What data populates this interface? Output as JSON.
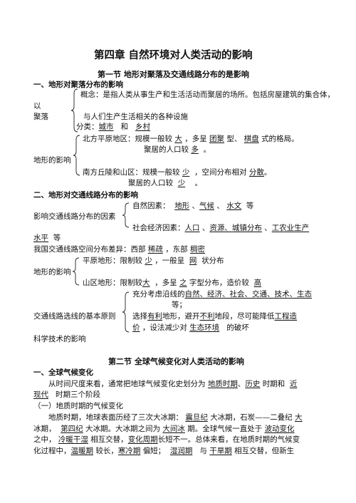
{
  "doc": {
    "title": "第四章 自然环境对人类活动的影响",
    "s1": {
      "title": "第一节 地形对聚落及交通线路分布的是影响",
      "h1": "一、地形对聚落分布的影响",
      "concept_a": "概念：是指人类从事生产和生活活动而聚居的场所。包括房屋建筑的集合体，",
      "concept_b": "与人们生产生活相关的各种设施",
      "left_yi": "以",
      "left_jl": "聚落",
      "cls_label": "分类：",
      "cls_1": "城市",
      "cls_he": "和",
      "cls_2": "乡村",
      "north_pre": "北方平原地区：规模一般较",
      "north_big": "大",
      "north_more": "，多呈",
      "north_tuan": "团聚",
      "north_type": "型、",
      "north_qi": "棋盘",
      "north_end": "式的格局。",
      "north2_pre": "聚居的人口较",
      "north2_val": "多",
      "north2_end": "。",
      "terrain_label": "地形的影响",
      "south_pre": "南方丘陵和山区：规模一般较",
      "south_small": "少",
      "south_mid": "，空间分布相对",
      "south_fs": "分散",
      "south_end": "。",
      "south2_pre": "聚居的人口较",
      "south2_val": "少",
      "south2_end": "。",
      "h2": "二、地形对交通线路分布的影响",
      "nat_pre": "自然因素：",
      "nat_1": "地形",
      "nat_2": "气候",
      "nat_3": "水文",
      "nat_end": "等",
      "infl_label": "影响交通线路分布的因素",
      "soc_pre": "社会经济因素：",
      "soc_1": "人口",
      "soc_2": "资源、城镇分布",
      "soc_3": "工农业生产",
      "soc_4": "水平",
      "soc_end": "等",
      "diff_pre": "我国交通线路空间分布差异：西部",
      "diff_w": "稀疏",
      "diff_mid": "，东部",
      "diff_e": "稠密",
      "plain_pre": "平原地形：限制较",
      "plain_v": "少",
      "plain_mid": "，一般呈",
      "plain_net": "网",
      "plain_end": "状分布",
      "terrain2_label": "地形的影响",
      "mtn_pre": "山区地形：限制较",
      "mtn_v": "大",
      "mtn_mid": "，多呈",
      "mtn_z": "之",
      "mtn_mid2": "字型分布，造价较",
      "mtn_h": "高",
      "cons_pre": "充分考虑沿线的",
      "cons_1": "自然、经济、社会、交通、技术、生态",
      "cons_2": "等；",
      "route_label": "交通线路选线的基本原则",
      "sel_pre": "选择",
      "sel_good": "有利",
      "sel_mid": "地形，避开",
      "sel_bad": "不利",
      "sel_mid2": "地段，尽可能降低",
      "sel_cost": "工程造",
      "sel2_cost": "价",
      "sel2_mid": "，设法减少对",
      "sel2_eco": "生态环境",
      "sel2_end": "的破坏",
      "tech": "科学技术的影响"
    },
    "s2": {
      "title": "第二节 全球气候变化对人类活动的影响",
      "h1": "一、全球气候变化",
      "p1_pre": "从时间尺度来看，通常把地球气候变化史划分为",
      "p1_1": "地质时期",
      "p1_2": "历史",
      "p1_mid": "时期和",
      "p1_3": "近",
      "p2_cont": "现代",
      "p2_end": "时期三个阶段",
      "sub1": "（一）地质时期的气候变化",
      "g1_pre": "地质时期，地球表面历经了三次大冰期：",
      "g1_1": "震旦纪",
      "g1_mid": "大冰期，石炭——二叠纪",
      "g1_2": "大",
      "g2_pre": "冰期，",
      "g2_1": "第四纪",
      "g2_mid": "大冰期。大冰期之间为",
      "g2_2": "大间冰",
      "g2_mid2": "期。全球气候一直处于",
      "g2_3": "波动变化",
      "g3_pre": "之中，",
      "g3_1": "冷暖干湿",
      "g3_mid": "相互交替，",
      "g3_2": "变化周期",
      "g3_end": "长短不一。总体来看，在地质时期的气候变",
      "g4_pre": "化过程中，",
      "g4_1": "温暖期",
      "g4_mid": "较长，",
      "g4_2": "寒冷期",
      "g4_mid2": "偏短；",
      "g4_3": "湿润期",
      "g4_mid3": "与",
      "g4_4": "干旱期",
      "g4_end": "相互交替，但新生"
    }
  }
}
